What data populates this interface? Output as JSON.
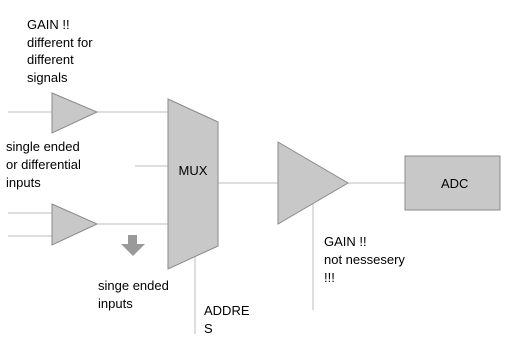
{
  "labels": {
    "gain_input": [
      "GAIN !!",
      "different for",
      "different",
      "signals"
    ],
    "input_type": [
      "single ended",
      "or differential",
      "inputs"
    ],
    "single_inputs": [
      "singe ended",
      "inputs"
    ],
    "address": [
      "ADDRE",
      "S"
    ],
    "gain_output": [
      "GAIN !!",
      "not nessesery",
      "!!!"
    ]
  },
  "blocks": {
    "mux": "MUX",
    "adc": "ADC"
  },
  "icons": {
    "down_arrow": "down-arrow-icon"
  },
  "colors": {
    "shape_fill": "#c8c8c8",
    "shape_stroke": "#8a8a8a",
    "wire": "#bdbdbd",
    "arrow_fill": "#9a9a9a"
  }
}
